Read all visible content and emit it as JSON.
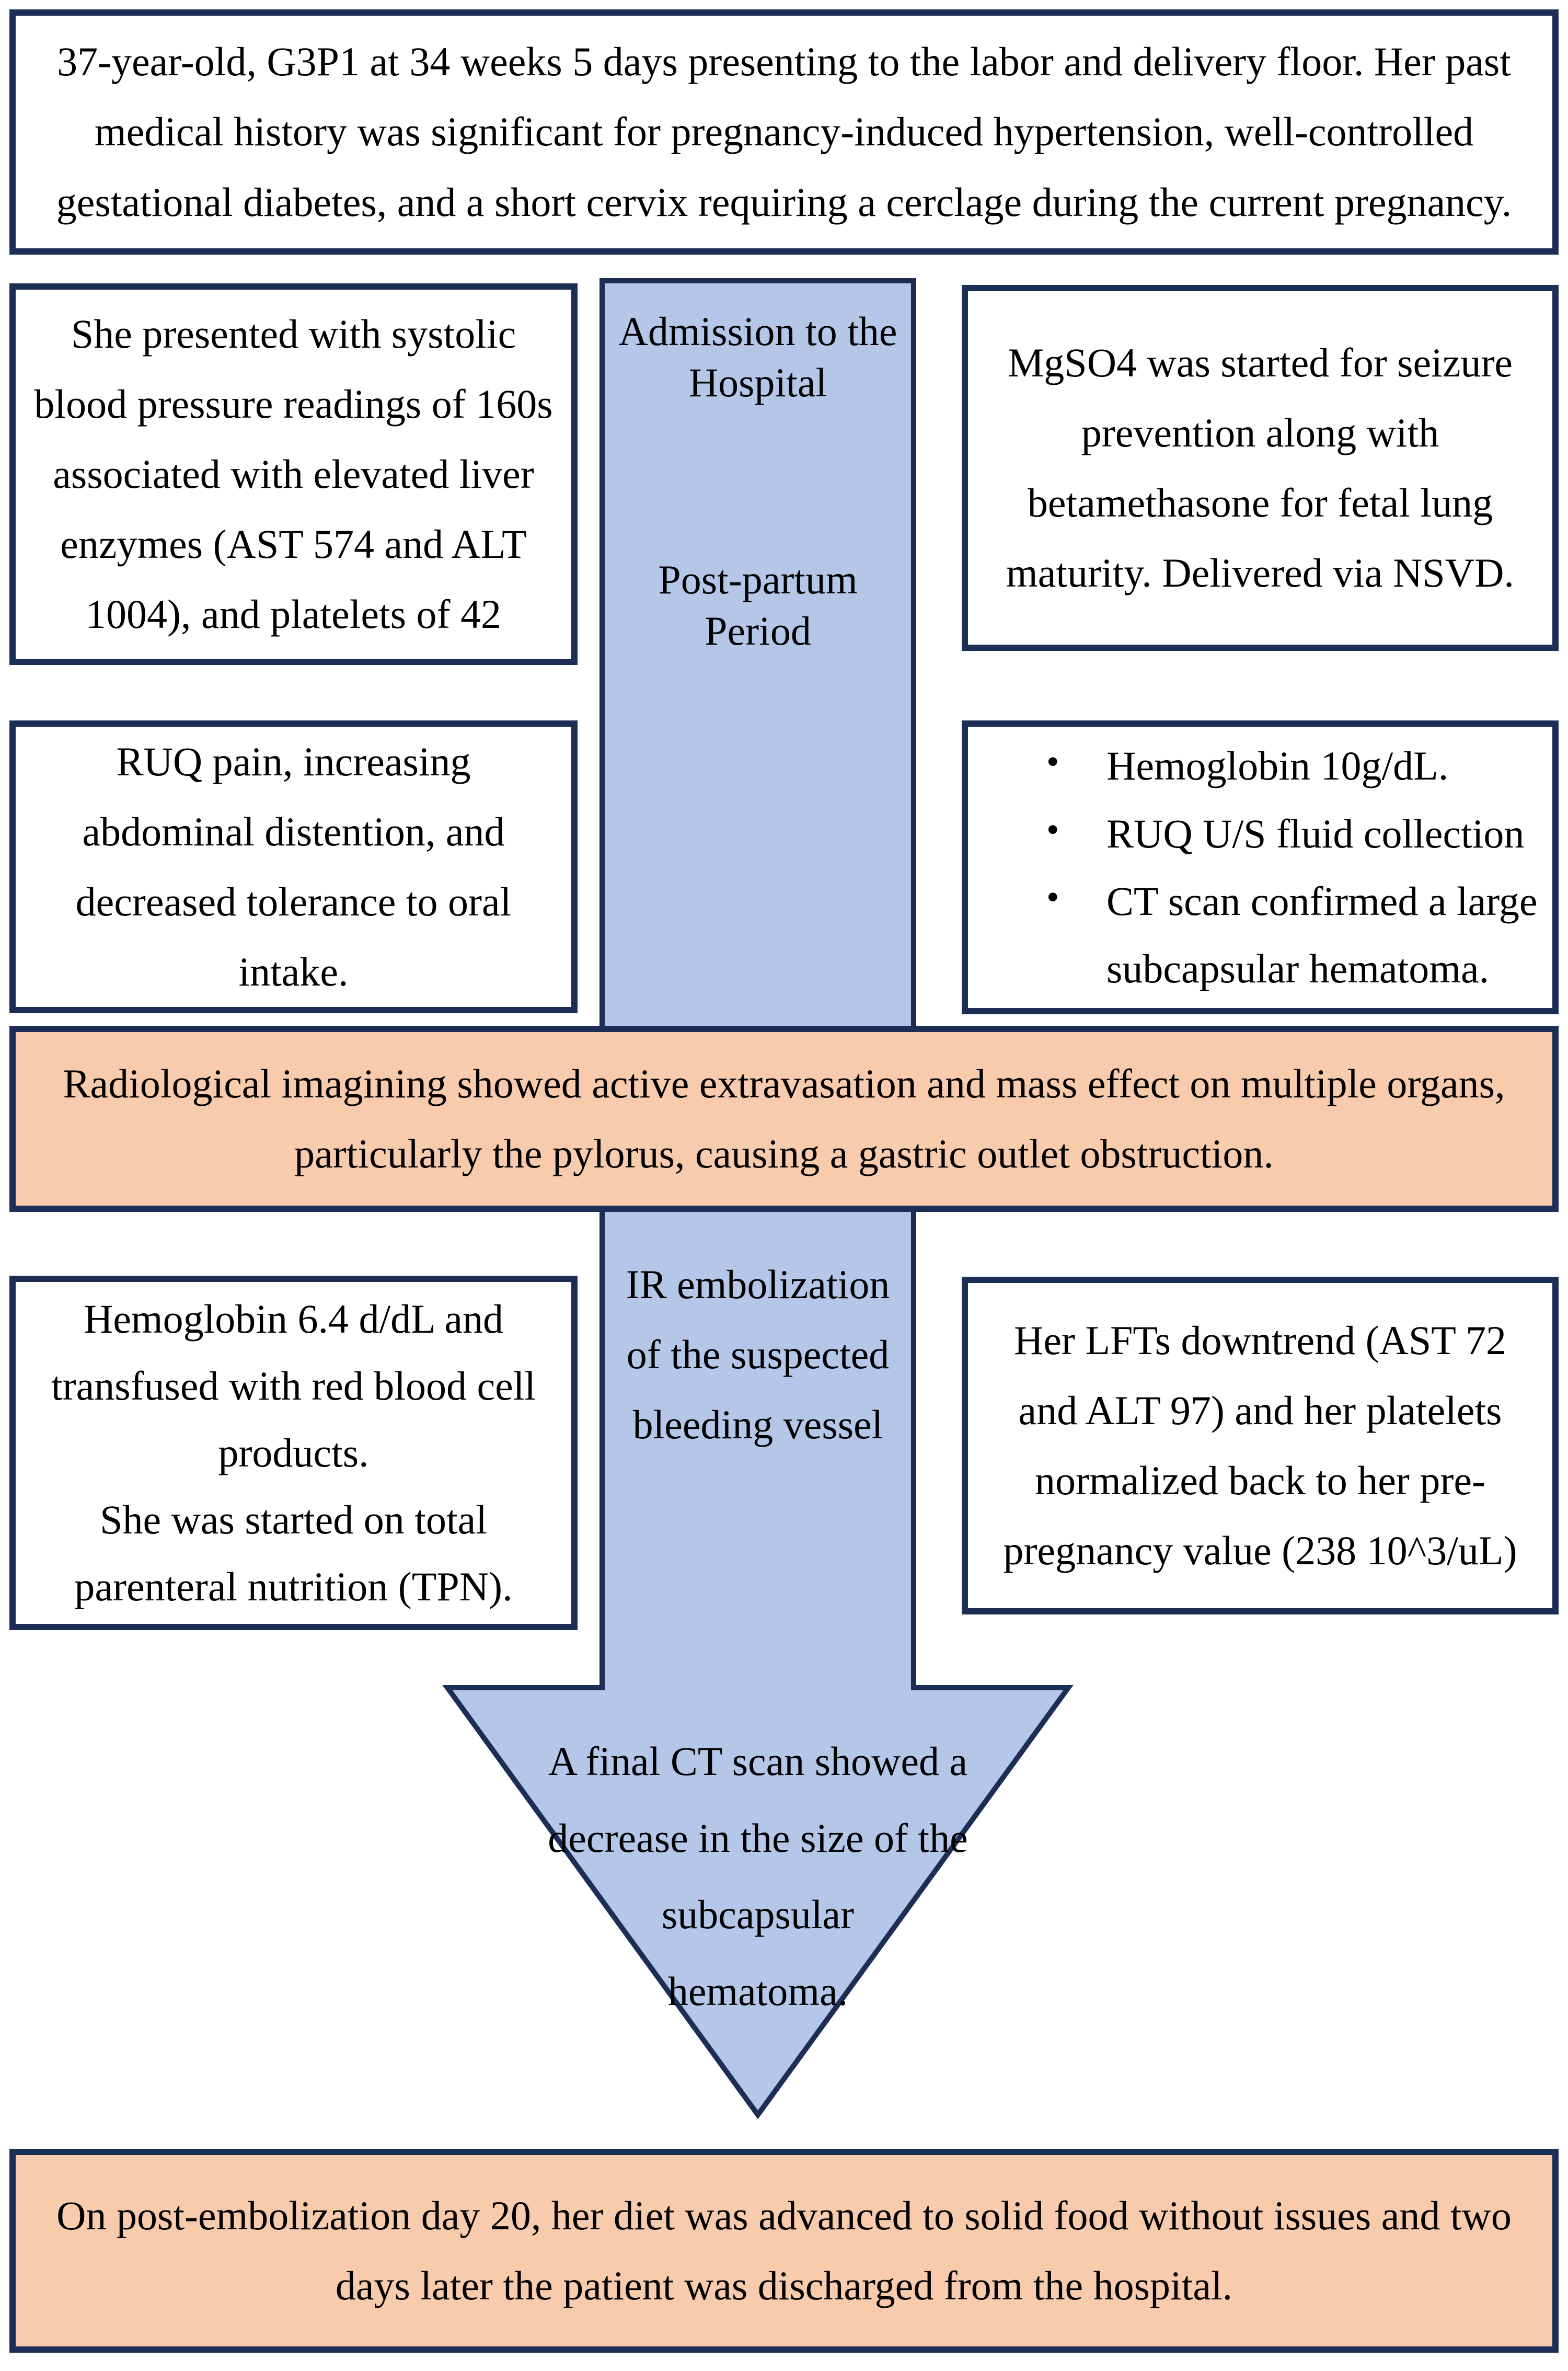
{
  "colors": {
    "border_navy": "#1c2e56",
    "arrow_fill": "#b5c7e8",
    "highlight_fill": "#f8cbad",
    "box_fill": "#ffffff",
    "text": "#000000"
  },
  "top_box": {
    "text": "37-year-old, G3P1 at 34 weeks 5 days presenting to the labor and delivery floor.  Her past medical history was significant for pregnancy-induced hypertension, well-controlled gestational diabetes, and a short cervix requiring a cerclage during the current pregnancy."
  },
  "timeline": {
    "stage1": "Admission to the Hospital",
    "stage2": "Post-partum Period",
    "stage3": "IR embolization of the suspected bleeding vessel",
    "arrowhead_lines": [
      "A final CT scan showed a",
      "decrease in the size of the",
      "subcapsular",
      "hematoma."
    ]
  },
  "left_column": {
    "box1": "She presented with systolic blood pressure readings of 160s associated with elevated liver enzymes (AST 574 and ALT 1004), and platelets of 42",
    "box2": "RUQ pain, increasing abdominal distention, and decreased tolerance to oral intake.",
    "box3_para1": "Hemoglobin 6.4 d/dL and transfused with red blood cell products.",
    "box3_para2": "She was started on total parenteral nutrition (TPN)."
  },
  "right_column": {
    "box1": "MgSO4 was started for seizure prevention along with betamethasone for fetal lung maturity. Delivered via NSVD.",
    "box2_bullets": [
      "Hemoglobin 10g/dL.",
      "RUQ U/S fluid collection",
      "CT scan confirmed a large subcapsular hematoma."
    ],
    "box3": "Her LFTs  downtrend (AST 72 and ALT 97) and her platelets normalized back to her pre-pregnancy value (238 10^3/uL)"
  },
  "banners": {
    "radiology": "Radiological imagining showed active extravasation and mass effect on multiple organs, particularly the pylorus, causing a gastric outlet obstruction.",
    "discharge": "On post-embolization day 20, her diet was advanced to solid food without issues and two days later the patient was discharged from the hospital."
  }
}
